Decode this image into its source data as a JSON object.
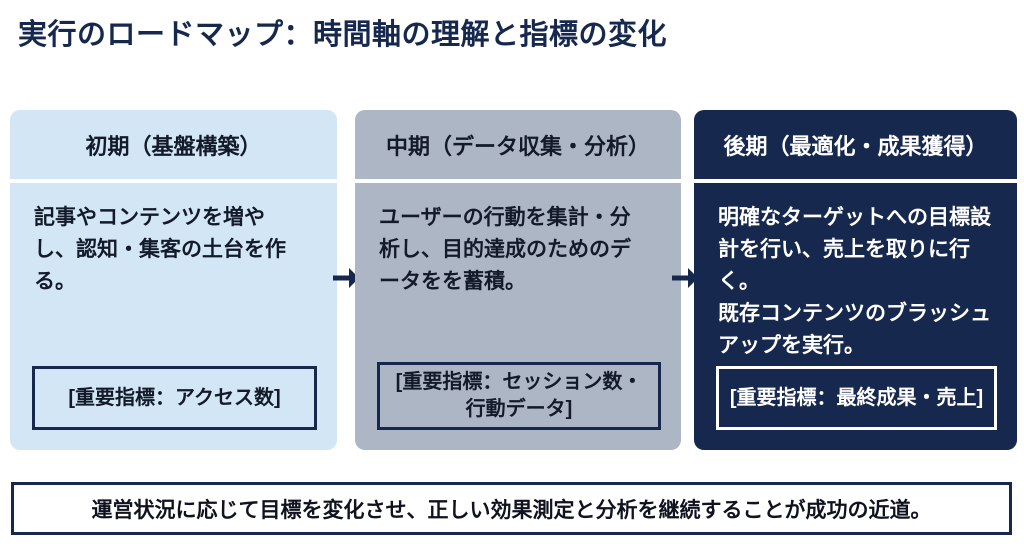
{
  "title": "実行のロードマップ：時間軸の理解と指標の変化",
  "colors": {
    "accent_navy": "#16284d",
    "phase_early_bg": "#d3e6f5",
    "phase_mid_bg": "#adb6c4",
    "phase_late_bg": "#16284d",
    "text_dark": "#131a29",
    "text_light": "#ffffff",
    "page_bg": "#ffffff"
  },
  "phases": [
    {
      "header": "初期（基盤構築）",
      "body": "記事やコンテンツを増や\nし、認知・集客の土台を作\nる。",
      "metric": "[重要指標：アクセス数]"
    },
    {
      "header": "中期（データ収集・分析）",
      "body": "ユーザーの行動を集計・分\n析し、目的達成のためのデ\nータをを蓄積。",
      "metric": "[重要指標：セッション数・\n行動データ]"
    },
    {
      "header": "後期（最適化・成果獲得）",
      "body": "明確なターゲットへの目標設\n計を行い、売上を取りに行く。\n既存コンテンツのブラッシュ\nアップを実行。",
      "metric": "[重要指標：最終成果・売上]"
    }
  ],
  "arrows": [
    {
      "icon": "right-arrow-icon"
    },
    {
      "icon": "right-arrow-icon"
    }
  ],
  "footer": {
    "text": "運営状況に応じて目標を変化させ、正しい効果測定と分析を継続することが成功の近道。"
  }
}
